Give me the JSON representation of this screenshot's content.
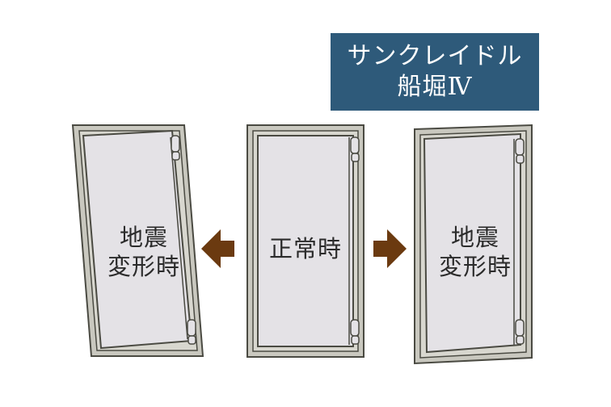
{
  "title": {
    "line1": "サンクレイドル",
    "line2": "船堀Ⅳ"
  },
  "doors": {
    "left": {
      "label_line1": "地震",
      "label_line2": "変形時",
      "state": "deformed-left"
    },
    "center": {
      "label_line1": "正常時",
      "state": "normal"
    },
    "right": {
      "label_line1": "地震",
      "label_line2": "変形時",
      "state": "deformed-right"
    }
  },
  "arrows": [
    {
      "name": "arrow-left",
      "direction": "left"
    },
    {
      "name": "arrow-right",
      "direction": "right"
    }
  ],
  "colors": {
    "title_bg": "#2e5a7a",
    "title_text": "#ffffff",
    "frame_fill": "#c9c8bf",
    "frame_stroke": "#4a4a42",
    "door_fill": "#e4e2e6",
    "arrow": "#6b3a10",
    "label_text": "#2b2b2b"
  }
}
